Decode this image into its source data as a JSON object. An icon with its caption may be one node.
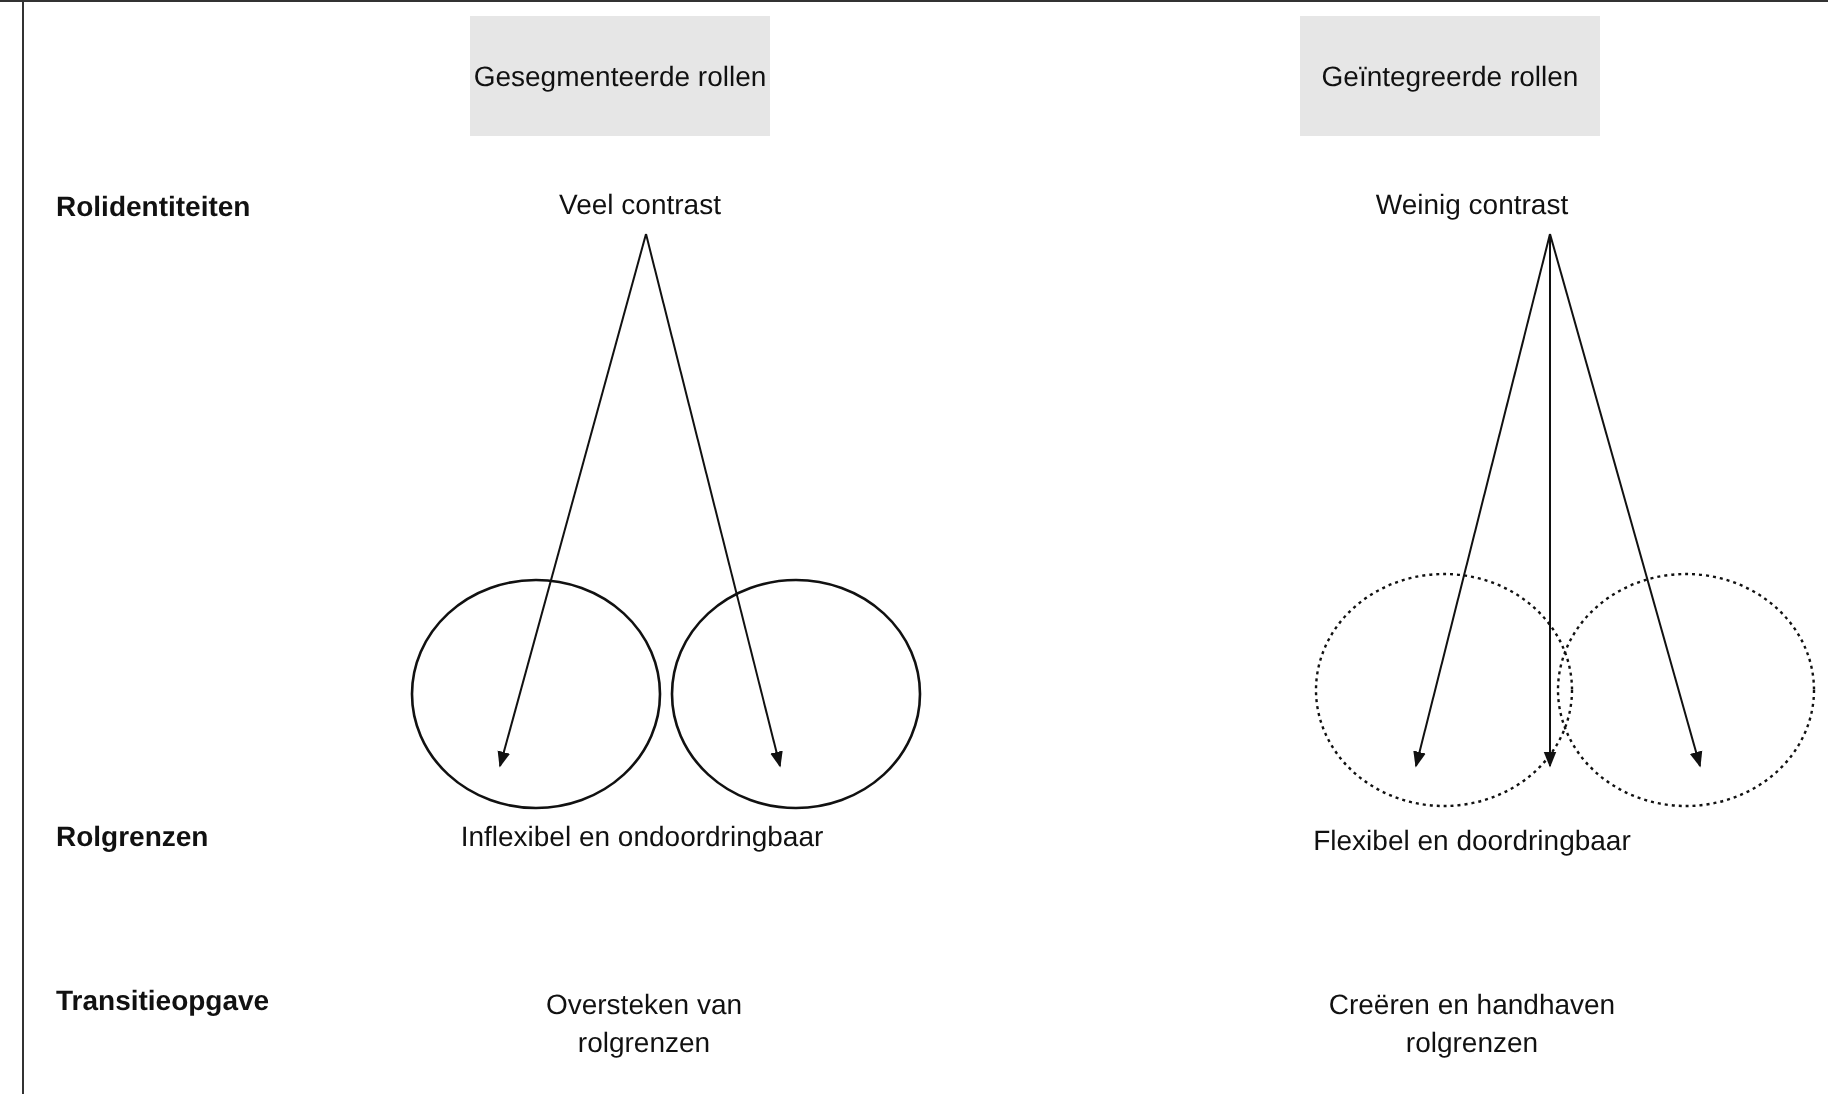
{
  "diagram": {
    "nodes": [
      {
        "text": [
          "Gesegmenteerde rollen"
        ]
      },
      {
        "text": [
          "Geïntegreerde rollen"
        ]
      },
      {
        "text": [
          "Veel contrast"
        ]
      },
      {
        "text": [],
        "shape": "circle"
      },
      {
        "text": [],
        "shape": "circle"
      },
      {
        "text": [
          "Weinig contrast"
        ]
      },
      {
        "text": [],
        "shape": "circle"
      },
      {
        "text": [],
        "shape": "circle"
      }
    ],
    "edges": [
      {
        "from": 2,
        "to": 3,
        "arrow": "to"
      },
      {
        "from": 2,
        "to": 4,
        "arrow": "to"
      },
      {
        "from": 5,
        "to": 6,
        "arrow": "to"
      },
      {
        "from": 5,
        "to": 6,
        "arrow": "to"
      },
      {
        "from": 5,
        "to": 7,
        "arrow": "to"
      }
    ],
    "labels": [
      "Rolidentiteiten",
      "Rolgrenzen",
      "Inflexibel en ondoordringbaar",
      "Flexibel en doordringbaar",
      "Transitieopgave",
      "Oversteken van rolgrenzen",
      "Creëren en handhaven rolgrenzen"
    ]
  }
}
